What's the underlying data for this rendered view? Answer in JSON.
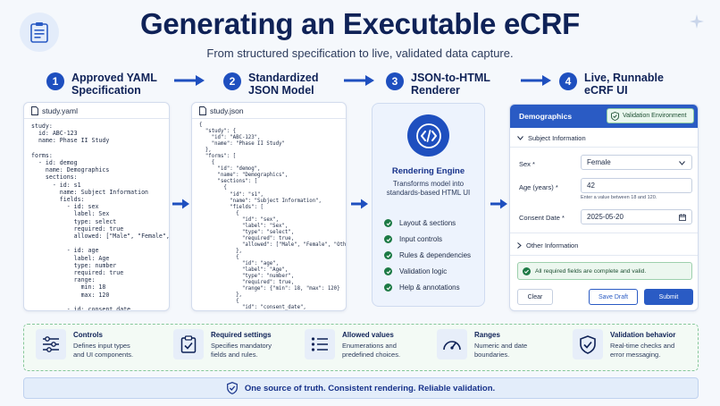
{
  "header": {
    "title": "Generating an Executable eCRF",
    "subtitle": "From structured specification to live, validated data capture."
  },
  "steps": [
    {
      "num": "1",
      "label_1": "Approved YAML",
      "label_2": "Specification"
    },
    {
      "num": "2",
      "label_1": "Standardized",
      "label_2": "JSON Model"
    },
    {
      "num": "3",
      "label_1": "JSON-to-HTML",
      "label_2": "Renderer"
    },
    {
      "num": "4",
      "label_1": "Live, Runnable",
      "label_2": "eCRF UI"
    }
  ],
  "yaml_panel": {
    "filename": "study.yaml",
    "code": "study:\n  id: ABC-123\n  name: Phase II Study\n\nforms:\n  - id: demog\n    name: Demographics\n    sections:\n      - id: s1\n        name: Subject Information\n        fields:\n          - id: sex\n            label: Sex\n            type: select\n            required: true\n            allowed: [\"Male\", \"Female\", \"Other\"]\n\n          - id: age\n            label: Age\n            type: number\n            required: true\n            range:\n              min: 18\n              max: 120\n\n          - id: consent_date\n            label: Consent Date\n            type: date\n            required: true"
  },
  "json_panel": {
    "filename": "study.json",
    "code": "{\n  \"study\": {\n    \"id\": \"ABC-123\",\n    \"name\": \"Phase II Study\"\n  },\n  \"forms\": [\n    {\n      \"id\": \"demog\",\n      \"name\": \"Demographics\",\n      \"sections\": [\n        {\n          \"id\": \"s1\",\n          \"name\": \"Subject Information\",\n          \"fields\": [\n            {\n              \"id\": \"sex\",\n              \"label\": \"Sex\",\n              \"type\": \"select\",\n              \"required\": true,\n              \"allowed\": [\"Male\", \"Female\", \"Other\"]\n            },\n            {\n              \"id\": \"age\",\n              \"label\": \"Age\",\n              \"type\": \"number\",\n              \"required\": true,\n              \"range\": {\"min\": 18, \"max\": 120}\n            },\n            {\n              \"id\": \"consent_date\",\n              \"label\": \"Consent Date\",\n              \"type\": \"date\",\n              \"required\": true\n            }"
  },
  "renderer": {
    "title": "Rendering Engine",
    "description": "Transforms model into standards-based HTML UI",
    "features": [
      "Layout & sections",
      "Input controls",
      "Rules & dependencies",
      "Validation logic",
      "Help & annotations"
    ]
  },
  "form": {
    "title": "Demographics",
    "environment": "Validation Environment",
    "section_1": "Subject Information",
    "section_2": "Other Information",
    "sex_label": "Sex *",
    "sex_value": "Female",
    "age_label": "Age (years) *",
    "age_value": "42",
    "age_hint": "Enter a value between 18 and 120.",
    "date_label": "Consent Date *",
    "date_value": "2025-05-20",
    "valid_message": "All required fields are complete and valid.",
    "clear_label": "Clear",
    "save_label": "Save Draft",
    "submit_label": "Submit"
  },
  "concepts": [
    {
      "title": "Controls",
      "desc_1": "Defines input types",
      "desc_2": "and UI components."
    },
    {
      "title": "Required settings",
      "desc_1": "Specifies mandatory",
      "desc_2": "fields and rules."
    },
    {
      "title": "Allowed values",
      "desc_1": "Enumerations and",
      "desc_2": "predefined choices."
    },
    {
      "title": "Ranges",
      "desc_1": "Numeric and date",
      "desc_2": "boundaries."
    },
    {
      "title": "Validation behavior",
      "desc_1": "Real-time checks and",
      "desc_2": "error messaging."
    }
  ],
  "footer": "One source of truth. Consistent rendering. Reliable validation.",
  "colors": {
    "primary": "#1e4fbf",
    "heading": "#0f2257",
    "success": "#1d7a45",
    "background": "#f5f8fc"
  }
}
